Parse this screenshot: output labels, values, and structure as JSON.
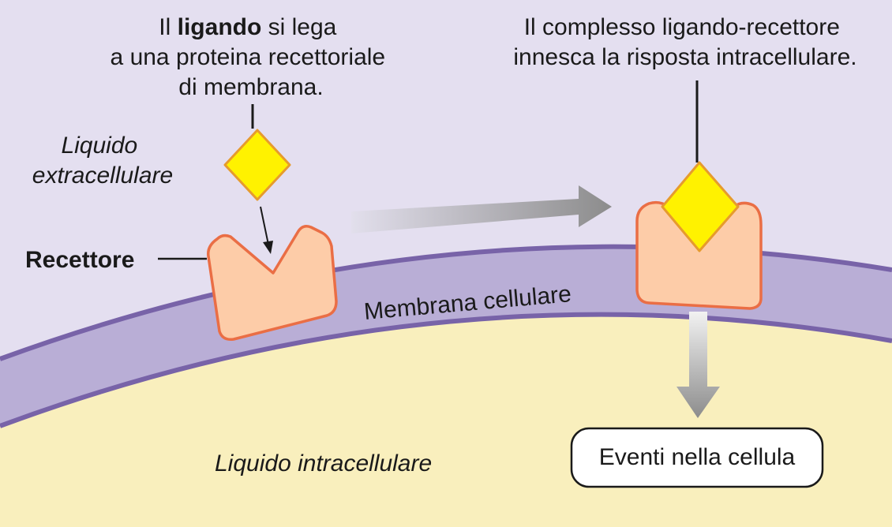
{
  "step1": {
    "line1_pre": "Il ",
    "line1_bold": "ligando",
    "line1_post": " si lega",
    "line2": "a una proteina recettoriale",
    "line3": "di membrana."
  },
  "step2": {
    "line1": "Il complesso ligando-recettore",
    "line2": "innesca la risposta intracellulare."
  },
  "labels": {
    "extracellular_line1": "Liquido",
    "extracellular_line2": "extracellulare",
    "receptor": "Recettore",
    "membrane": "Membrana cellulare",
    "intracellular": "Liquido intracellulare",
    "events": "Eventi nella cellula"
  },
  "colors": {
    "extracellular": "#e4dff0",
    "membrane": "#b9aed6",
    "membrane_edge": "#7863a8",
    "cytoplasm": "#f9efbd",
    "receptor_fill": "#fdcca8",
    "receptor_edge": "#ea6e45",
    "ligand_fill": "#fff200",
    "ligand_edge": "#e69b2d"
  }
}
